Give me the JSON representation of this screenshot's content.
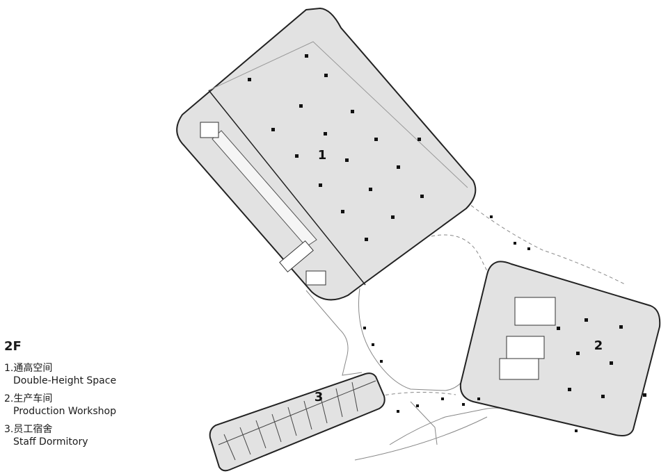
{
  "floor_label": "2F",
  "legend": [
    {
      "cn": "1.通高空间",
      "en": "Double-Height Space"
    },
    {
      "cn": "2.生产车间",
      "en": "Production Workshop"
    },
    {
      "cn": "3.员工宿舍",
      "en": "Staff Dormitory"
    }
  ],
  "zones": [
    "1",
    "2",
    "3"
  ],
  "colors": {
    "floor_fill": "#e2e2e2",
    "wall": "#222222",
    "line": "#555555"
  }
}
